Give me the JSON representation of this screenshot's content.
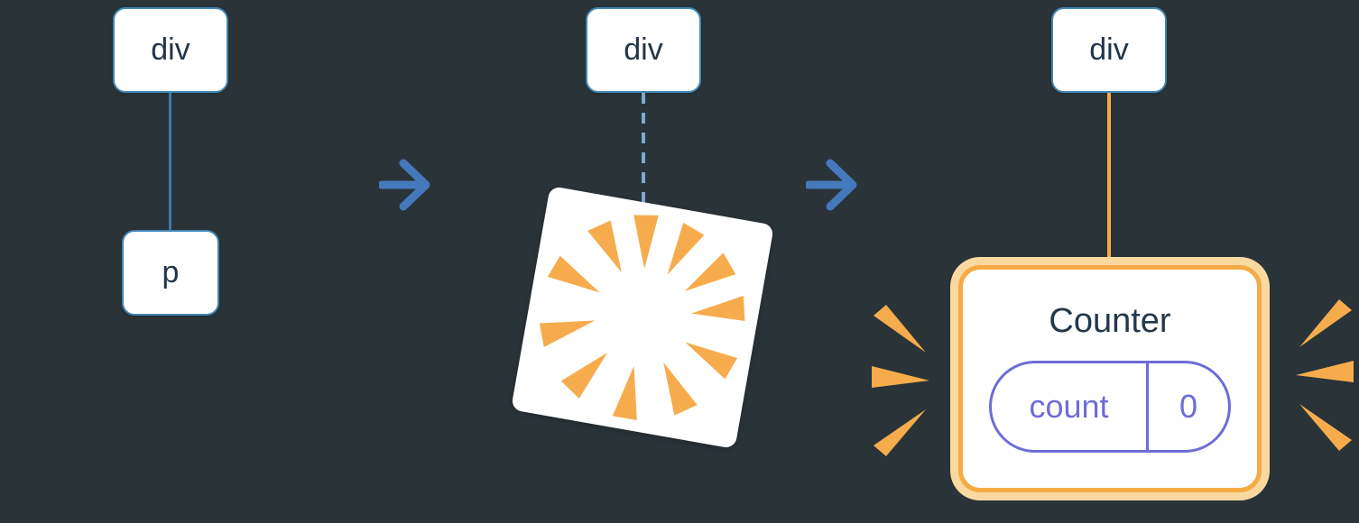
{
  "panels": {
    "step1": {
      "parent_tag": "div",
      "child_tag": "p"
    },
    "step2": {
      "parent_tag": "div"
    },
    "step3": {
      "parent_tag": "div",
      "component_name": "Counter",
      "state_key": "count",
      "state_value": "0"
    }
  },
  "icons": {
    "arrow_right": "arrow-right-icon",
    "poof": "poof-icon",
    "sparks": "sparks-icon"
  },
  "colors": {
    "background": "#293338",
    "node_border": "#4185b4",
    "node_text": "#233649",
    "edge_blue": "#3e7cb1",
    "edge_dashed_blue": "#7fa9cf",
    "arrow_blue": "#4678bc",
    "orange": "#f5ab44",
    "orange_halo": "#fad9a1",
    "purple": "#6e6cd8",
    "card_background": "#ffffff"
  }
}
